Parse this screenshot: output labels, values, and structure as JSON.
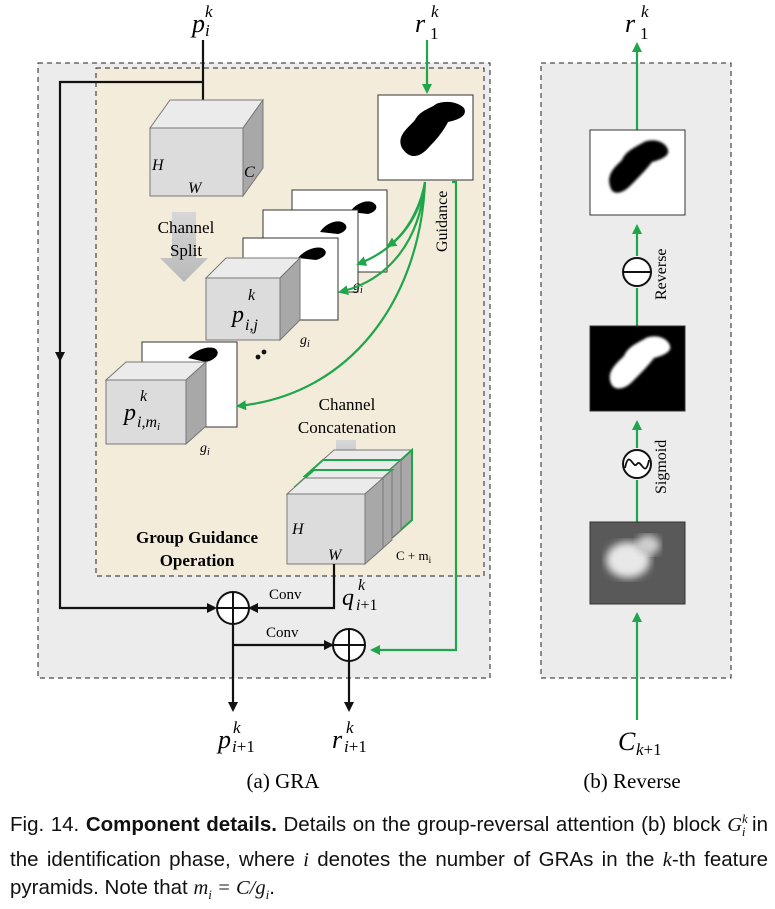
{
  "figure": {
    "top_inputs": {
      "p_ik": "p",
      "r_1k": "r"
    },
    "gra": {
      "cube_labels": {
        "h": "H",
        "w": "W",
        "c": "C"
      },
      "channel_split": [
        "Channel",
        "Split"
      ],
      "guidance_label": "Guidance",
      "group_label": "g",
      "p_ij": "p",
      "p_imi": "p",
      "channel_concat": [
        "Channel",
        "Concatenation"
      ],
      "ggo_title": [
        "Group Guidance",
        "Operation"
      ],
      "out_cube": {
        "h": "H",
        "w": "W",
        "c": "C + m"
      },
      "q_label": "q",
      "conv1": "Conv",
      "conv2": "Conv",
      "out_p": "p",
      "out_r": "r",
      "caption": "(a) GRA"
    },
    "reverse": {
      "top_label": "r",
      "reverse_label": "Reverse",
      "sigmoid_label": "Sigmoid",
      "input_label": "C",
      "caption": "(b) Reverse"
    }
  },
  "caption": {
    "prefix": "Fig. 14.",
    "title": "Component details.",
    "t1": "Details on the group-reversal attention (b) block",
    "t2": "in the identification phase, where",
    "t3": "denotes the number of GRAs in the",
    "t4": "-th feature pyramids. Note that",
    "G": "G",
    "i": "i",
    "k": "k",
    "eq": "m",
    "eq_rest": " = C/g"
  },
  "colors": {
    "green": "#1fa64a",
    "beige": "#f4ecdb",
    "panel": "#ececec",
    "cube_front": "#dcdcdc",
    "cube_top": "#ebebeb",
    "cube_side": "#a8a8a8"
  }
}
